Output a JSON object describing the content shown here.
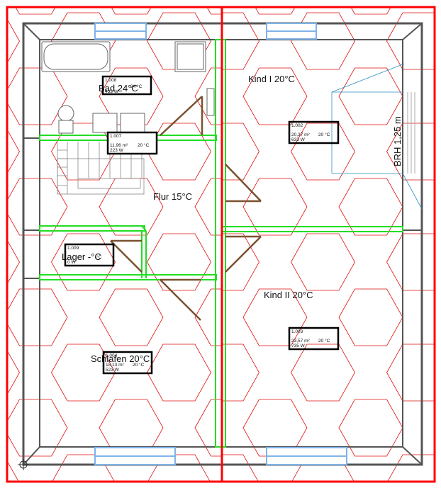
{
  "rooms": [
    {
      "id": "bad",
      "label": "Bad 24°C",
      "tag": {
        "num": "1.008",
        "area": "",
        "temp": "24 °C",
        "power": "433 W"
      }
    },
    {
      "id": "flur",
      "label": "Flur 15°C",
      "tag": {
        "num": "1.007",
        "area": "11,96 m²",
        "temp": "20 °C",
        "power": "223 W"
      }
    },
    {
      "id": "lager",
      "label": "Lager -°C",
      "tag": {
        "num": "1.009",
        "area": "",
        "temp": "-°C",
        "power": "0 W"
      }
    },
    {
      "id": "schlafen",
      "label": "Schlafen 20°C",
      "tag": {
        "num": "1.004",
        "area": "18,13 m²",
        "temp": "20 °C",
        "power": "523 W"
      }
    },
    {
      "id": "kind1",
      "label": "Kind I 20°C",
      "tag": {
        "num": "1.002",
        "area": "20,37 m²",
        "temp": "20 °C",
        "power": "633 W"
      }
    },
    {
      "id": "kind2",
      "label": "Kind II 20°C",
      "tag": {
        "num": "1.003",
        "area": "23,57 m²",
        "temp": "20 °C",
        "power": "735 W"
      }
    }
  ],
  "brh_label": "BRH 1,25 m",
  "colors": {
    "heating_loops": "#e01010",
    "section_line": "#ff0000",
    "walls": "#555555",
    "partition": "#22dd22",
    "window": "#7fb3e8",
    "door": "#7a5230",
    "dimension": "#2a8fbf"
  }
}
